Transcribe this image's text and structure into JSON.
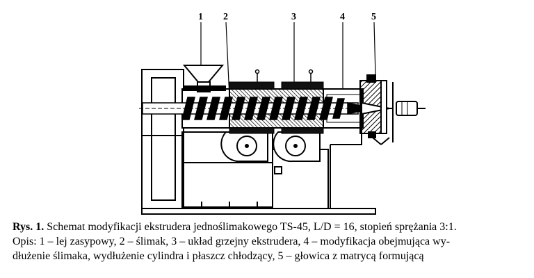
{
  "figure": {
    "callouts": [
      "1",
      "2",
      "3",
      "4",
      "5"
    ]
  },
  "caption": {
    "label": "Rys. 1.",
    "title": "Schemat modyfikacji ekstrudera jednoślimakowego TS-45, L/D = 16, stopień sprężania 3:1.",
    "line2": "Opis: 1 – lej zasypowy, 2 – ślimak, 3 – układ grzejny ekstrudera, 4 – modyfikacja obejmująca wy-",
    "line3": "dłużenie ślimaka, wydłużenie cylindra i płaszcz chłodzący, 5 – głowica z matrycą formującą"
  }
}
